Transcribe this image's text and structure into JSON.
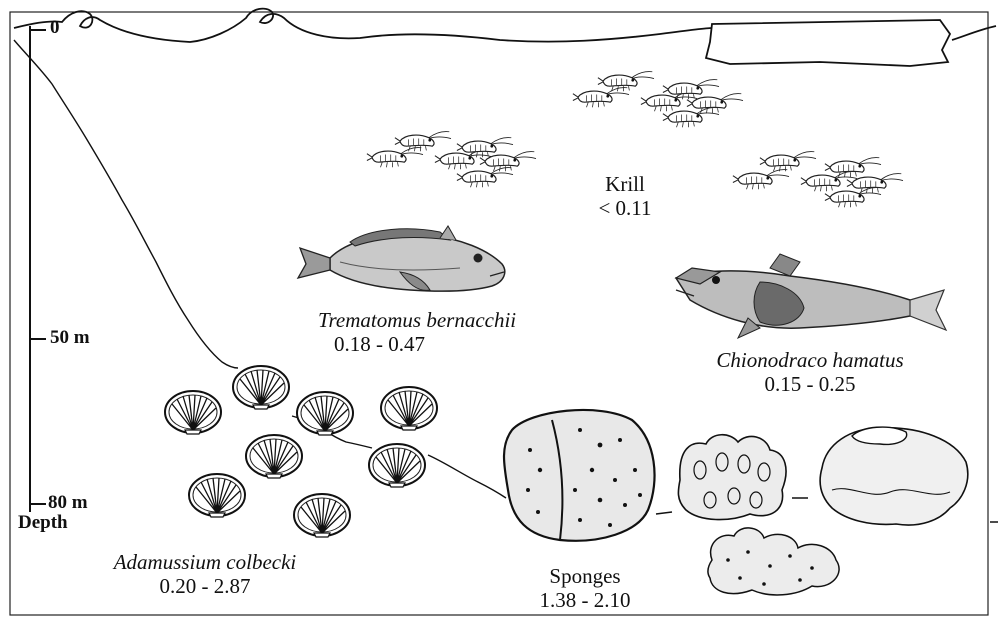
{
  "depth_axis": {
    "title": "Depth",
    "ticks": [
      "0",
      "50 m",
      "80 m"
    ]
  },
  "organisms": [
    {
      "name": "Krill",
      "range": "< 0.11",
      "italic": false
    },
    {
      "name": "Trematomus bernacchii",
      "range": "0.18 - 0.47",
      "italic": true
    },
    {
      "name": "Chionodraco hamatus",
      "range": "0.15 - 0.25",
      "italic": true
    },
    {
      "name": "Adamussium colbecki",
      "range": "0.20 - 2.87",
      "italic": true
    },
    {
      "name": "Sponges",
      "range": "1.38 - 2.10",
      "italic": false
    }
  ]
}
